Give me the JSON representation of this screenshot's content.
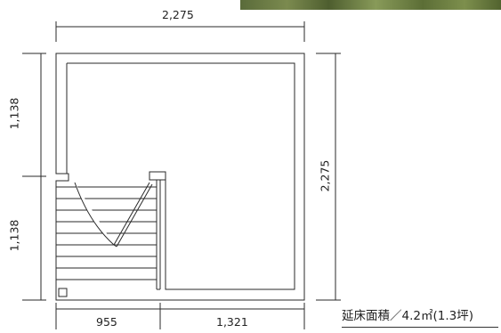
{
  "dimensions": {
    "top_width": "2,275",
    "left_upper": "1,138",
    "left_lower": "1,138",
    "right_height": "2,275",
    "bottom_left": "955",
    "bottom_right": "1,321"
  },
  "caption": {
    "area": "延床面積／4.2㎡(1.3坪)"
  },
  "colors": {
    "line": "#2a2a2a",
    "background": "#ffffff",
    "photo": "#5f7038"
  }
}
